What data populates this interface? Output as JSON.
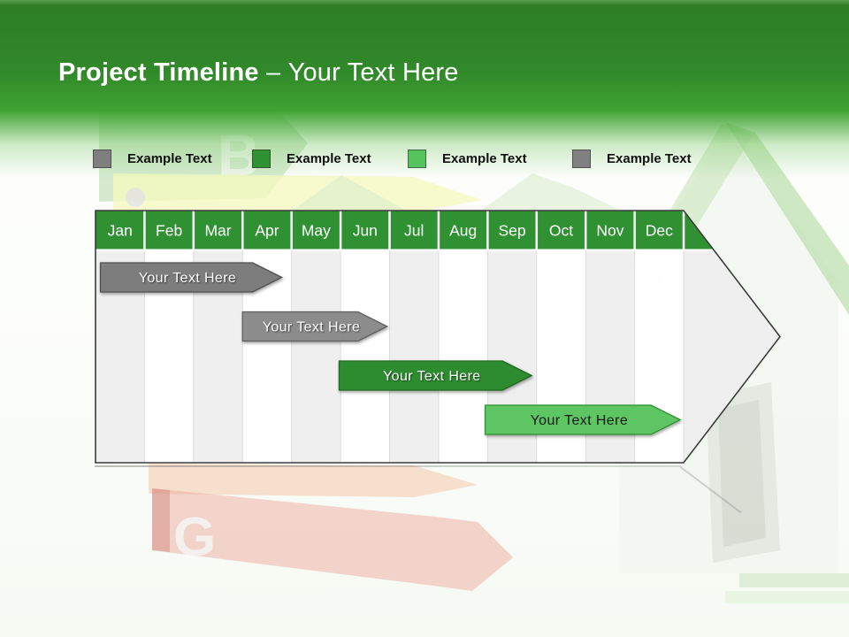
{
  "title": {
    "bold": "Project Timeline",
    "separator": "–",
    "regular": "Your Text Here"
  },
  "legend": {
    "items": [
      {
        "label": "Example Text",
        "swatch_color": "#7f7f7f"
      },
      {
        "label": "Example Text",
        "swatch_color": "#2e9230"
      },
      {
        "label": "Example Text",
        "swatch_color": "#55c45c"
      },
      {
        "label": "Example Text",
        "swatch_color": "#808080"
      }
    ]
  },
  "timeline": {
    "months": [
      "Jan",
      "Feb",
      "Mar",
      "Apr",
      "May",
      "Jun",
      "Jul",
      "Aug",
      "Sep",
      "Oct",
      "Nov",
      "Dec"
    ],
    "header_color": "#2f9132",
    "stripe_color": "#efefef",
    "bars": [
      {
        "label": "Your Text Here",
        "fill": "#7d7d7d",
        "border": "#4f4f4f",
        "text_color": "#ffffff",
        "start": 0.1,
        "end": 3.8
      },
      {
        "label": "Your Text Here",
        "fill": "#8c8c8c",
        "border": "#606060",
        "text_color": "#ffffff",
        "start": 3.0,
        "end": 5.95
      },
      {
        "label": "Your Text Here",
        "fill": "#2e8c30",
        "border": "#1d6b20",
        "text_color": "#ffffff",
        "start": 4.97,
        "end": 8.9
      },
      {
        "label": "Your Text Here",
        "fill": "#5dc561",
        "border": "#2f9433",
        "text_color": "#1a1a1a",
        "start": 7.95,
        "end": 11.93
      }
    ]
  },
  "background": {
    "letter_b": "B",
    "letter_g": "G"
  }
}
